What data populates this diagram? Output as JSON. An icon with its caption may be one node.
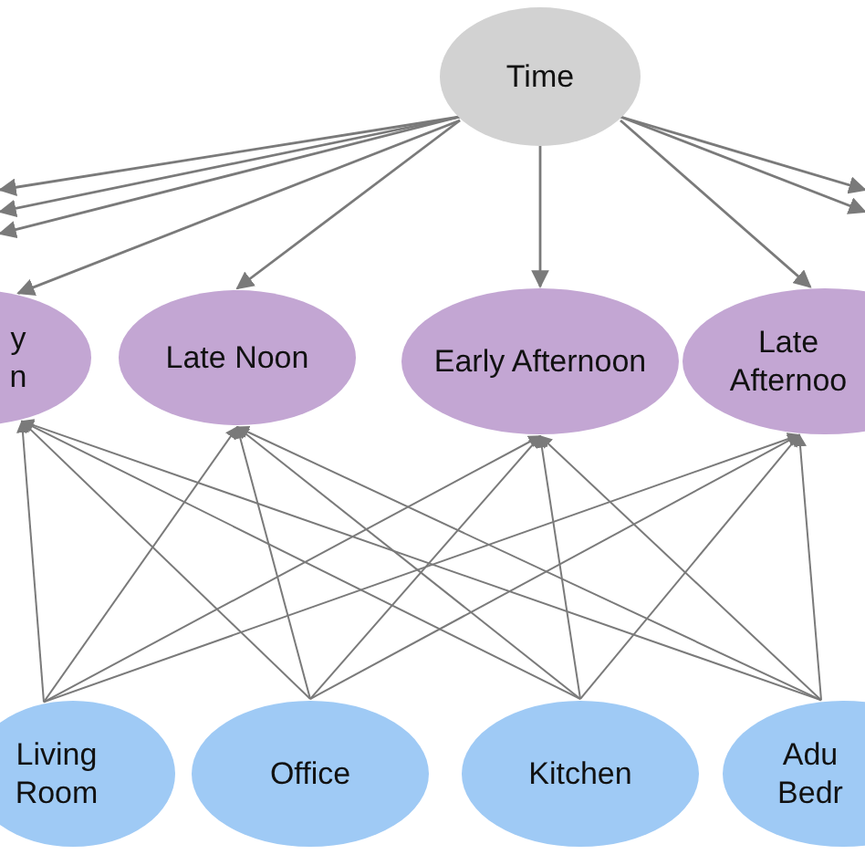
{
  "diagram": {
    "nodes": [
      {
        "text": [
          "Time"
        ]
      },
      {
        "text": [
          "y n"
        ]
      },
      {
        "text": [
          "Late Noon"
        ]
      },
      {
        "text": [
          "Early Afternoon"
        ]
      },
      {
        "text": [
          "Late Afternoo"
        ]
      },
      {
        "text": [
          "Living Room"
        ]
      },
      {
        "text": [
          "Office"
        ]
      },
      {
        "text": [
          "Kitchen"
        ]
      },
      {
        "text": [
          "Adu Bedr"
        ]
      }
    ],
    "edges": [
      {
        "from": 0,
        "to": null,
        "arrow": "to"
      },
      {
        "from": 0,
        "to": null,
        "arrow": "to"
      },
      {
        "from": 0,
        "to": null,
        "arrow": "to"
      },
      {
        "from": 0,
        "to": 1,
        "arrow": "to"
      },
      {
        "from": 0,
        "to": 2,
        "arrow": "to"
      },
      {
        "from": 0,
        "to": 3,
        "arrow": "to"
      },
      {
        "from": 0,
        "to": 4,
        "arrow": "to"
      },
      {
        "from": 0,
        "to": null,
        "arrow": "to"
      },
      {
        "from": 0,
        "to": null,
        "arrow": "to"
      },
      {
        "from": 5,
        "to": 1,
        "arrow": "to"
      },
      {
        "from": 5,
        "to": 2,
        "arrow": "to"
      },
      {
        "from": 5,
        "to": 3,
        "arrow": "to"
      },
      {
        "from": 5,
        "to": 4,
        "arrow": "to"
      },
      {
        "from": 6,
        "to": 1,
        "arrow": "to"
      },
      {
        "from": 6,
        "to": 2,
        "arrow": "to"
      },
      {
        "from": 6,
        "to": 3,
        "arrow": "to"
      },
      {
        "from": 6,
        "to": 4,
        "arrow": "to"
      },
      {
        "from": 7,
        "to": 1,
        "arrow": "to"
      },
      {
        "from": 7,
        "to": 2,
        "arrow": "to"
      },
      {
        "from": 7,
        "to": 3,
        "arrow": "to"
      },
      {
        "from": 7,
        "to": 4,
        "arrow": "to"
      },
      {
        "from": 8,
        "to": 1,
        "arrow": "to"
      },
      {
        "from": 8,
        "to": 2,
        "arrow": "to"
      },
      {
        "from": 8,
        "to": 3,
        "arrow": "to"
      },
      {
        "from": 8,
        "to": 4,
        "arrow": "to"
      }
    ]
  }
}
